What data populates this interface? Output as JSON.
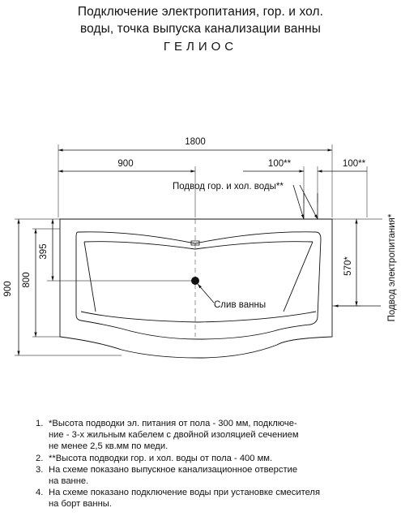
{
  "title": {
    "line1": "Подключение электропитания, гор. и хол.",
    "line2": "воды, точка выпуска канализации ванны",
    "product": "ГЕЛИОС"
  },
  "dimensions": {
    "total_width": "1800",
    "half_width": "900",
    "water_offset_1": "100**",
    "water_offset_2": "100**",
    "total_height": "900",
    "body_height": "800",
    "drain_height": "395",
    "power_height": "570*"
  },
  "labels": {
    "water_supply": "Подвод гор. и хол. воды**",
    "drain": "Слив ванны",
    "power_supply": "Подвод электропитания*"
  },
  "notes": [
    {
      "num": "1.",
      "lines": [
        "*Высота подводки эл. питания от пола - 300 мм, подключе-",
        "ние - 3-х жильным кабелем с двойной изоляцией сечением",
        "не менее 2,5 кв.мм по меди."
      ]
    },
    {
      "num": "2.",
      "lines": [
        "**Высота подводки гор. и хол. воды от пола - 400 мм."
      ]
    },
    {
      "num": "3.",
      "lines": [
        "На схеме показано выпускное канализационное отверстие",
        "на ванне."
      ]
    },
    {
      "num": "4.",
      "lines": [
        "На схеме показано подключение воды при установке смесителя",
        "на борт ванны."
      ]
    }
  ]
}
